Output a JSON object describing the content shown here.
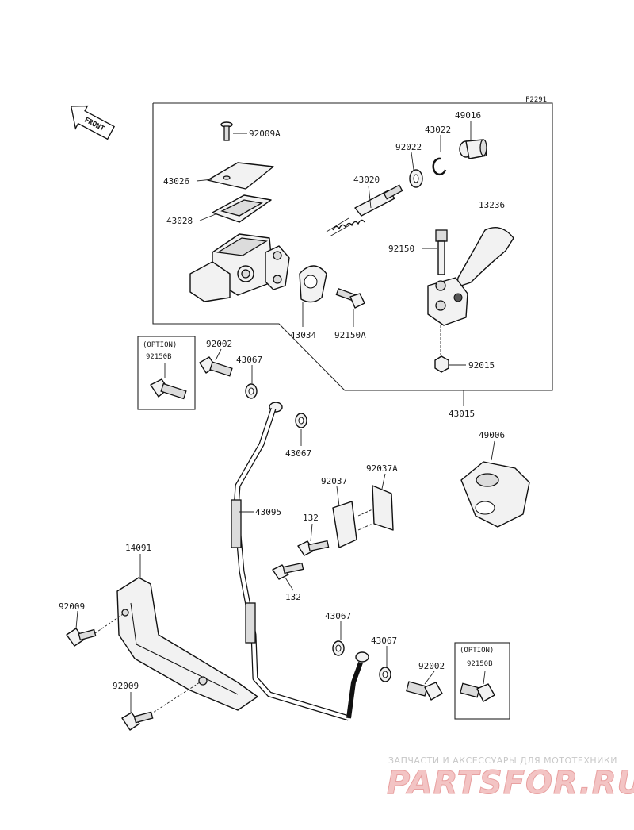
{
  "diagram": {
    "figure_code": "F2291",
    "front_label": "FRONT",
    "option_label": "(OPTION)",
    "parts": {
      "p92009A": "92009A",
      "p43026": "43026",
      "p43028": "43028",
      "p43020": "43020",
      "p92022": "92022",
      "p43022": "43022",
      "p49016": "49016",
      "p13236": "13236",
      "p92150": "92150",
      "p43034": "43034",
      "p92150A": "92150A",
      "p92015": "92015",
      "p43015": "43015",
      "p92150B_top": "92150B",
      "p92002_top": "92002",
      "p43067_a": "43067",
      "p43067_b": "43067",
      "p49006": "49006",
      "p92037": "92037",
      "p92037A": "92037A",
      "p43095": "43095",
      "p132_a": "132",
      "p132_b": "132",
      "p14091": "14091",
      "p92009_a": "92009",
      "p92009_b": "92009",
      "p43067_c": "43067",
      "p43067_d": "43067",
      "p92002_bottom": "92002",
      "p92150B_bottom": "92150B"
    }
  },
  "watermark": {
    "tagline": "ЗАПЧАСТИ И АКСЕССУАРЫ ДЛЯ МОТОТЕХНИКИ",
    "brand": "PARTSFOR.RU",
    "brand_color": "#e8a0a0"
  }
}
